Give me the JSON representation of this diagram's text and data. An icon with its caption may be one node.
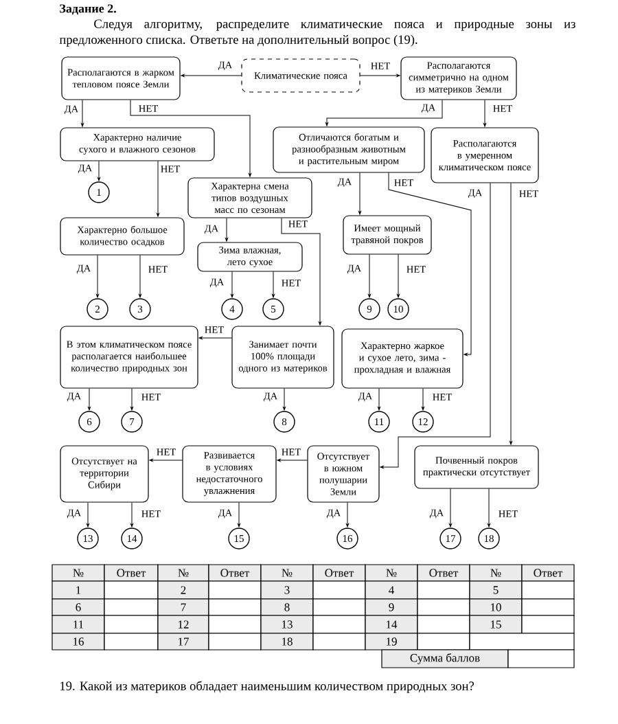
{
  "diagram": {
    "title": "Задание 2.",
    "caption": "19. Какой из материков обладает наименьшим количеством природных зон?",
    "nodes": [
      {
        "text": [
          "Климатические пояса"
        ]
      },
      {
        "text": [
          "Располагаются в жарком тепловом поясе Земли"
        ]
      },
      {
        "text": [
          "Располагаются симметрично на одном из материков Земли"
        ]
      },
      {
        "text": [
          "Характерно наличие сухого и влажного сезонов"
        ]
      },
      {
        "text": [
          "Отличаются богатым и разнообразным животным и растительным миром"
        ]
      },
      {
        "text": [
          "Располагаются в умеренном климатическом поясе"
        ]
      },
      {
        "text": [
          "1"
        ]
      },
      {
        "text": [
          "Характерна смена типов воздушных масс по сезонам"
        ]
      },
      {
        "text": [
          "Характерно большое количество осадков"
        ]
      },
      {
        "text": [
          "Зима влажная, лето сухое"
        ]
      },
      {
        "text": [
          "Имеет мощный травяной покров"
        ]
      },
      {
        "text": [
          "2"
        ]
      },
      {
        "text": [
          "3"
        ]
      },
      {
        "text": [
          "4"
        ]
      },
      {
        "text": [
          "5"
        ]
      },
      {
        "text": [
          "9"
        ]
      },
      {
        "text": [
          "10"
        ]
      },
      {
        "text": [
          "В этом климатическом поясе располагается наибольшее количество природных зон"
        ]
      },
      {
        "text": [
          "Занимает почти 100% площади одного из материков"
        ]
      },
      {
        "text": [
          "Характерно жаркое и сухое лето, зима - прохладная и влажная"
        ]
      },
      {
        "text": [
          "6"
        ]
      },
      {
        "text": [
          "7"
        ]
      },
      {
        "text": [
          "8"
        ]
      },
      {
        "text": [
          "11"
        ]
      },
      {
        "text": [
          "12"
        ]
      },
      {
        "text": [
          "Отсутствует на территории Сибири"
        ]
      },
      {
        "text": [
          "Развивается в условиях недостаточного увлажнения"
        ]
      },
      {
        "text": [
          "Отсутствует в южном полушарии Земли"
        ]
      },
      {
        "text": [
          "Почвенный покров практически отсутствует"
        ]
      },
      {
        "text": [
          "13"
        ]
      },
      {
        "text": [
          "14"
        ]
      },
      {
        "text": [
          "15"
        ]
      },
      {
        "text": [
          "16"
        ]
      },
      {
        "text": [
          "17"
        ]
      },
      {
        "text": [
          "18"
        ]
      }
    ],
    "edges": [
      {
        "from": 0,
        "to": 1,
        "arrow": "to",
        "label": "ДА"
      },
      {
        "from": 0,
        "to": 2,
        "arrow": "to",
        "label": "НЕТ"
      },
      {
        "from": 1,
        "to": 3,
        "arrow": "to",
        "label": "ДА"
      },
      {
        "from": 1,
        "to": 7,
        "arrow": "to",
        "label": "НЕТ"
      },
      {
        "from": 2,
        "to": 4,
        "arrow": "to",
        "label": "ДА"
      },
      {
        "from": 2,
        "to": 5,
        "arrow": "to",
        "label": "НЕТ"
      },
      {
        "from": 3,
        "to": 6,
        "arrow": "to",
        "label": "ДА"
      },
      {
        "from": 3,
        "to": 8,
        "arrow": "to",
        "label": "НЕТ"
      },
      {
        "from": 4,
        "to": 10,
        "arrow": "to",
        "label": "ДА"
      },
      {
        "from": 4,
        "to": 19,
        "arrow": "to",
        "label": "НЕТ"
      },
      {
        "from": 5,
        "to": 27,
        "arrow": "to",
        "label": "ДА"
      },
      {
        "from": 5,
        "to": 28,
        "arrow": "to",
        "label": "НЕТ"
      },
      {
        "from": 7,
        "to": 9,
        "arrow": "to",
        "label": "ДА"
      },
      {
        "from": 7,
        "to": 18,
        "arrow": "to",
        "label": "НЕТ"
      },
      {
        "from": 8,
        "to": 11,
        "arrow": "to",
        "label": "ДА"
      },
      {
        "from": 8,
        "to": 12,
        "arrow": "to",
        "label": "НЕТ"
      },
      {
        "from": 9,
        "to": 13,
        "arrow": "to",
        "label": "ДА"
      },
      {
        "from": 9,
        "to": 14,
        "arrow": "to",
        "label": "НЕТ"
      },
      {
        "from": 10,
        "to": 15,
        "arrow": "to",
        "label": "ДА"
      },
      {
        "from": 10,
        "to": 16,
        "arrow": "to",
        "label": "НЕТ"
      },
      {
        "from": 18,
        "to": 17,
        "arrow": "to",
        "label": "НЕТ"
      },
      {
        "from": 17,
        "to": 20,
        "arrow": "to",
        "label": "ДА"
      },
      {
        "from": 17,
        "to": 21,
        "arrow": "to",
        "label": "НЕТ"
      },
      {
        "from": 18,
        "to": 22,
        "arrow": "to",
        "label": "ДА"
      },
      {
        "from": 19,
        "to": 23,
        "arrow": "to",
        "label": "ДА"
      },
      {
        "from": 19,
        "to": 24,
        "arrow": "to",
        "label": "НЕТ"
      },
      {
        "from": 27,
        "to": 26,
        "arrow": "to",
        "label": "НЕТ"
      },
      {
        "from": 26,
        "to": 25,
        "arrow": "to",
        "label": "НЕТ"
      },
      {
        "from": 25,
        "to": 29,
        "arrow": "to",
        "label": "ДА"
      },
      {
        "from": 25,
        "to": 30,
        "arrow": "to",
        "label": "НЕТ"
      },
      {
        "from": 26,
        "to": 31,
        "arrow": "to",
        "label": "ДА"
      },
      {
        "from": 27,
        "to": 32,
        "arrow": "to",
        "label": "ДА"
      },
      {
        "from": 28,
        "to": 33,
        "arrow": "to",
        "label": "ДА"
      },
      {
        "from": 28,
        "to": 34,
        "arrow": "to",
        "label": "НЕТ"
      }
    ],
    "labels": [
      "Следуя алгоритму, распределите климатические пояса и природные зоны из предложенного списка. Ответьте на дополнительный вопрос (19).",
      "№",
      "Ответ",
      "№",
      "Ответ",
      "№",
      "Ответ",
      "№",
      "Ответ",
      "№",
      "Ответ",
      "1",
      "2",
      "3",
      "4",
      "5",
      "6",
      "7",
      "8",
      "9",
      "10",
      "11",
      "12",
      "13",
      "14",
      "15",
      "16",
      "17",
      "18",
      "19",
      "Сумма баллов"
    ]
  }
}
